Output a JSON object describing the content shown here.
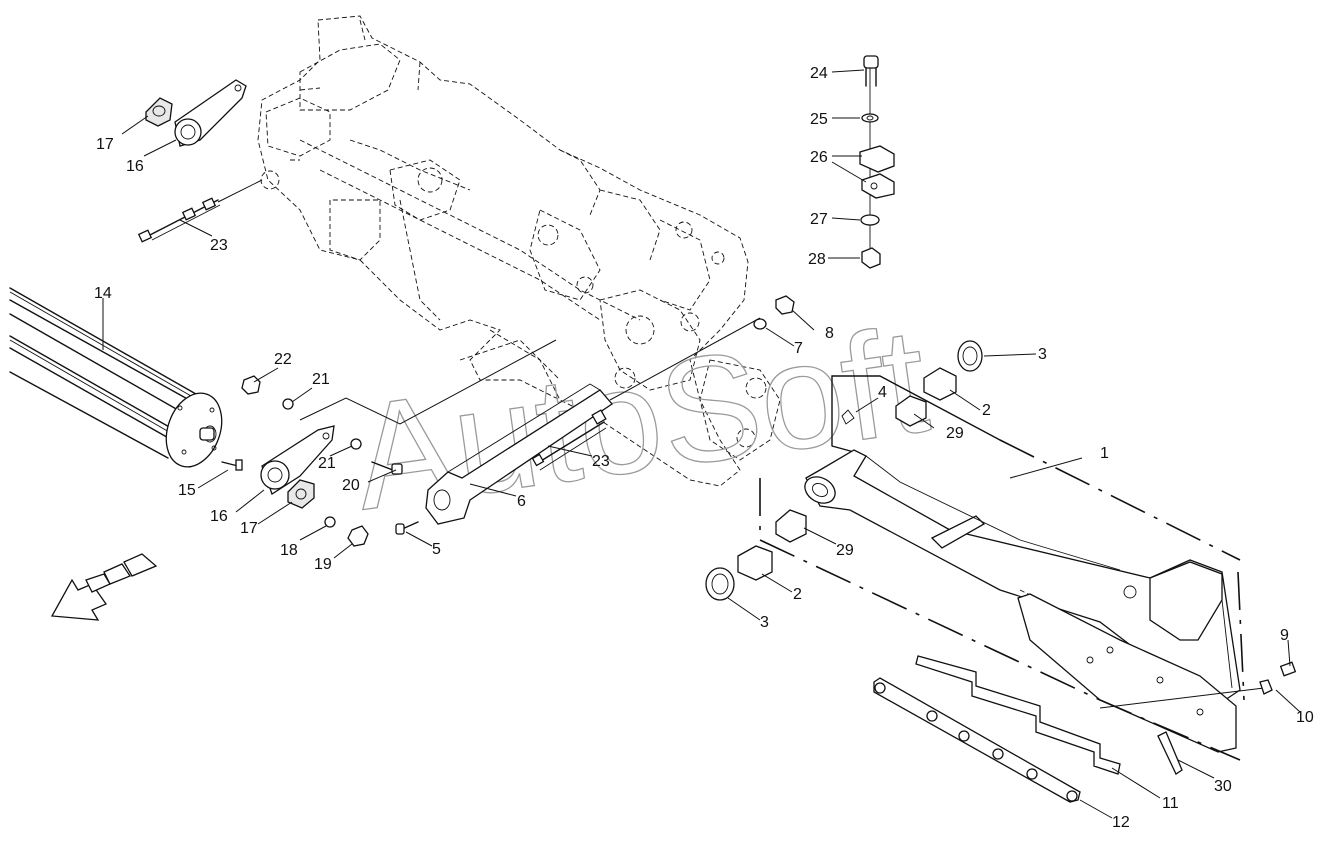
{
  "watermark": "AutoSoft",
  "callouts": [
    {
      "id": "c1",
      "text": "1"
    },
    {
      "id": "c2a",
      "text": "2"
    },
    {
      "id": "c2b",
      "text": "2"
    },
    {
      "id": "c3a",
      "text": "3"
    },
    {
      "id": "c3b",
      "text": "3"
    },
    {
      "id": "c4",
      "text": "4"
    },
    {
      "id": "c5",
      "text": "5"
    },
    {
      "id": "c6",
      "text": "6"
    },
    {
      "id": "c7",
      "text": "7"
    },
    {
      "id": "c8",
      "text": "8"
    },
    {
      "id": "c9",
      "text": "9"
    },
    {
      "id": "c10",
      "text": "10"
    },
    {
      "id": "c11",
      "text": "11"
    },
    {
      "id": "c12",
      "text": "12"
    },
    {
      "id": "c14",
      "text": "14"
    },
    {
      "id": "c15",
      "text": "15"
    },
    {
      "id": "c16a",
      "text": "16"
    },
    {
      "id": "c16b",
      "text": "16"
    },
    {
      "id": "c17a",
      "text": "17"
    },
    {
      "id": "c17b",
      "text": "17"
    },
    {
      "id": "c18",
      "text": "18"
    },
    {
      "id": "c19",
      "text": "19"
    },
    {
      "id": "c20",
      "text": "20"
    },
    {
      "id": "c21a",
      "text": "21"
    },
    {
      "id": "c21b",
      "text": "21"
    },
    {
      "id": "c22",
      "text": "22"
    },
    {
      "id": "c23a",
      "text": "23"
    },
    {
      "id": "c23b",
      "text": "23"
    },
    {
      "id": "c24",
      "text": "24"
    },
    {
      "id": "c25",
      "text": "25"
    },
    {
      "id": "c26",
      "text": "26"
    },
    {
      "id": "c27",
      "text": "27"
    },
    {
      "id": "c28",
      "text": "28"
    },
    {
      "id": "c29a",
      "text": "29"
    },
    {
      "id": "c29b",
      "text": "29"
    },
    {
      "id": "c30",
      "text": "30"
    }
  ],
  "colors": {
    "line": "#111111",
    "watermark": "#9a9a9a",
    "background": "#ffffff"
  },
  "icons": {
    "direction": "travel-direction-arrow-icon"
  }
}
